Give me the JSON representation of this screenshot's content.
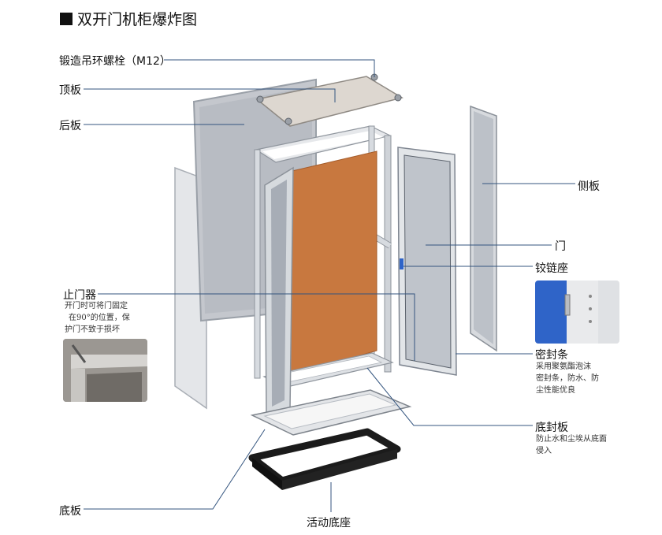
{
  "title": "双开门机柜爆炸图",
  "labels": {
    "bolt": "锻造吊环螺栓（M12）",
    "top_panel": "顶板",
    "back_panel": "后板",
    "side_panel": "侧板",
    "door": "门",
    "hinge_seat": "铰链座",
    "door_stop": "止门器",
    "door_stop_desc": [
      "开门时可将门固定",
      "在90°的位置，保",
      "护门不致于损坏"
    ],
    "seal_strip": "密封条",
    "seal_strip_desc": [
      "采用聚氨酯泡沫",
      "密封条，防水、防",
      "尘性能优良"
    ],
    "bottom_seal": "底封板",
    "bottom_seal_desc": [
      "防止水和尘埃从底面",
      "侵入"
    ],
    "bottom_panel": "底板",
    "base": "活动底座"
  },
  "colors": {
    "leader_line": "#34557f",
    "mounting_plate": "#c8783f",
    "panel_gray": "#b9bdc4",
    "frame_silver": "#d2d6db",
    "base_black": "#1b1b1b",
    "hinge_blue": "#2f64c8"
  }
}
